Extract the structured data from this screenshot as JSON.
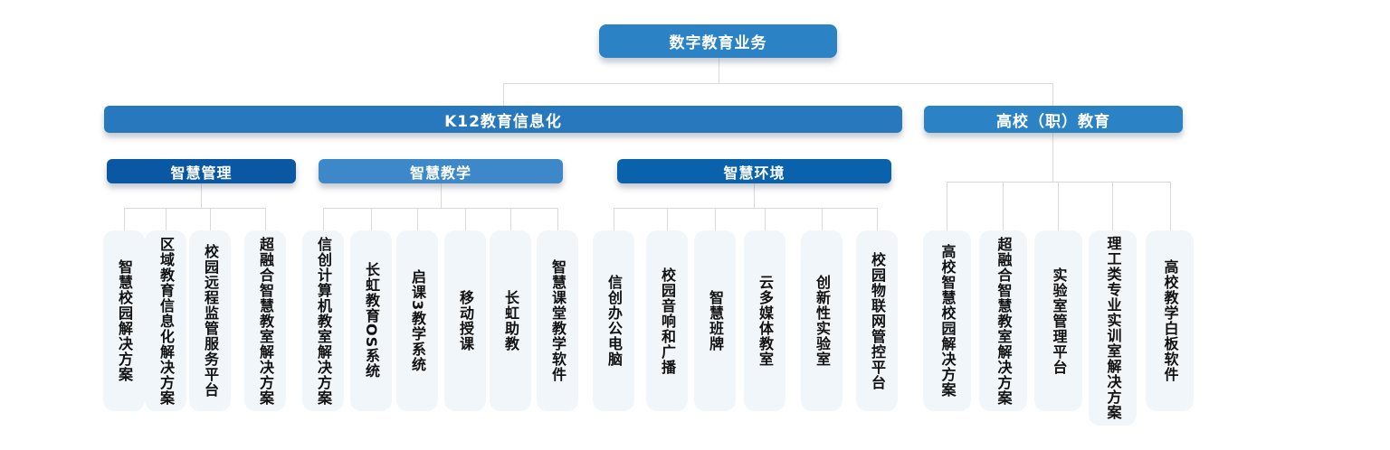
{
  "root": {
    "label": "数字教育业务"
  },
  "branches": [
    {
      "label": "K12教育信息化",
      "groups": [
        {
          "label": "智慧管理",
          "leaves": [
            "智慧校园解决方案",
            "区域教育信息化解决方案",
            "校园远程监管服务平台",
            "超融合智慧教室解决方案"
          ]
        },
        {
          "label": "智慧教学",
          "leaves": [
            "信创计算机教室解决方案",
            "长虹教育OS系统",
            "启课3教学系统",
            "移动授课",
            "长虹助教",
            "智慧课堂教学软件"
          ]
        },
        {
          "label": "智慧环境",
          "leaves": [
            "信创办公电脑",
            "校园音响和广播",
            "智慧班牌",
            "云多媒体教室",
            "创新性实验室",
            "校园物联网管控平台"
          ]
        }
      ]
    },
    {
      "label": "高校（职）教育",
      "leaves": [
        "高校智慧校园解决方案",
        "超融合智慧教室解决方案",
        "实验室管理平台",
        "理工类专业实训室解决方案",
        "高校教学白板软件"
      ]
    }
  ],
  "colors": {
    "root-blue": "#2B83C5",
    "k12-blue": "#2878BE",
    "higher-blue": "#2B83C5",
    "mgmt-blue": "#0A58A3",
    "teach-blue": "#3C88C8",
    "env-blue": "#0B62AC",
    "leaf-bg": "#F1F6FA",
    "line-gray": "#D9D9D9",
    "leaf-text": "#111111"
  }
}
